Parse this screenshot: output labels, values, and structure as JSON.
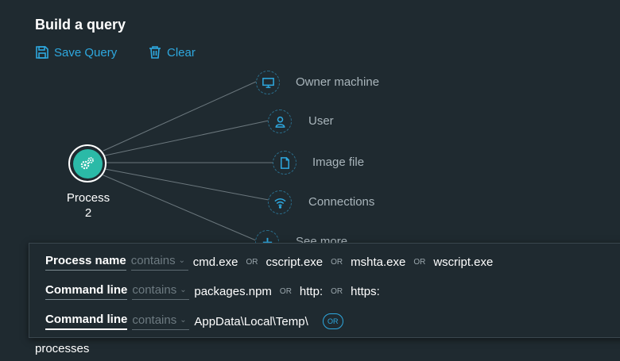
{
  "header": {
    "title": "Build a query"
  },
  "toolbar": {
    "save_label": "Save Query",
    "clear_label": "Clear"
  },
  "graph": {
    "process": {
      "label": "Process",
      "count": "2"
    },
    "nodes": [
      {
        "label": "Owner machine",
        "icon": "monitor-icon"
      },
      {
        "label": "User",
        "icon": "user-icon"
      },
      {
        "label": "Image file",
        "icon": "file-icon"
      },
      {
        "label": "Connections",
        "icon": "wifi-icon"
      },
      {
        "label": "See more",
        "icon": "plus-icon"
      }
    ]
  },
  "query": {
    "or_label": "OR",
    "rows": [
      {
        "field": "Process name",
        "operator": "contains",
        "values": [
          "cmd.exe",
          "cscript.exe",
          "mshta.exe",
          "wscript.exe"
        ]
      },
      {
        "field": "Command line",
        "operator": "contains",
        "values": [
          "packages.npm",
          "http:",
          "https:"
        ]
      },
      {
        "field": "Command line",
        "operator": "contains",
        "values": [
          "AppData\\Local\\Temp\\"
        ]
      }
    ]
  },
  "footer": {
    "text": "processes"
  },
  "colors": {
    "accent": "#2ea8df",
    "process": "#2bbaa7",
    "background": "#1f2a30"
  }
}
